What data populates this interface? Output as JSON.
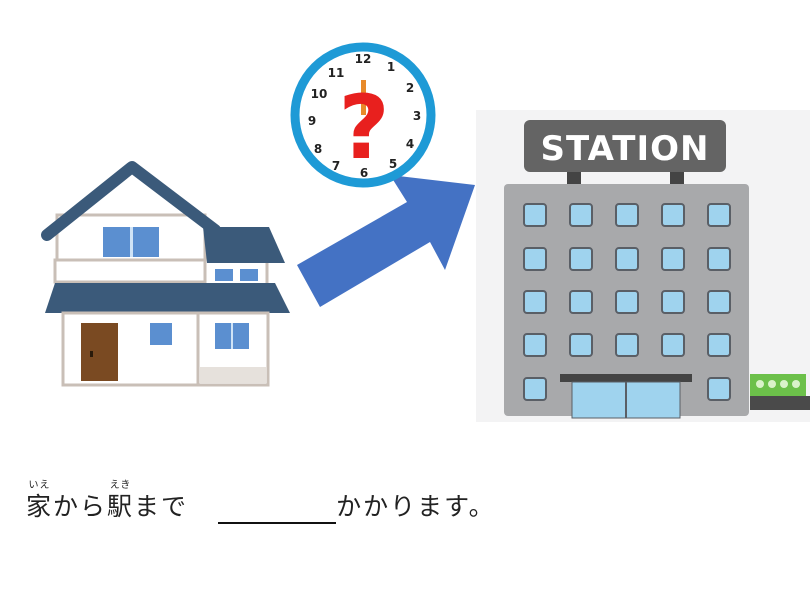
{
  "illustration": {
    "house_label": "house",
    "clock_label": "clock-with-question-mark",
    "clock_numbers": [
      "12",
      "1",
      "2",
      "3",
      "4",
      "5",
      "6",
      "7",
      "8",
      "9",
      "10",
      "11"
    ],
    "question_mark": "?",
    "arrow_color": "#4472c4",
    "station_sign": "STATION",
    "colors": {
      "roof": "#3b5a7a",
      "clock_ring": "#1e9ad6",
      "question_mark": "#e8201e",
      "station_body": "#a8a9ab",
      "station_sign_bg": "#646464",
      "window": "#9fd3ee",
      "door": "#7a4a22",
      "train": "#6cc04a"
    }
  },
  "question": {
    "part1": {
      "kanji": "家",
      "ruby": "いえ"
    },
    "part2": "から",
    "part3": {
      "kanji": "駅",
      "ruby": "えき"
    },
    "part4": "まで",
    "blank": "",
    "part5": "かかります。"
  }
}
